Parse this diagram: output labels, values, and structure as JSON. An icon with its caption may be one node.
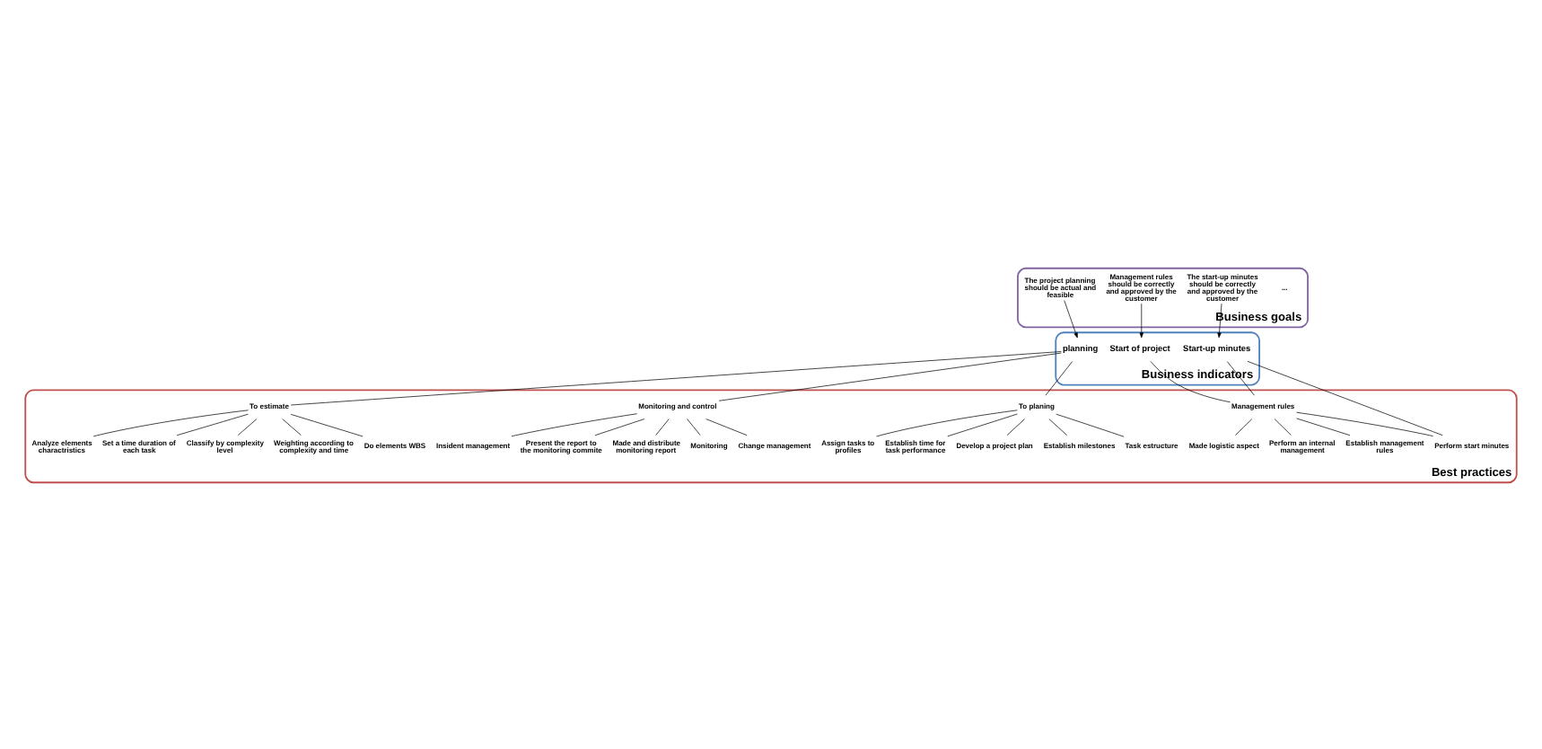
{
  "diagram": {
    "nodes": [
      {
        "text": [
          "Business goals"
        ]
      },
      {
        "text": [
          "..."
        ],
        "in": 0
      },
      {
        "text": [
          "Management rules should be correctly and approved by the customer"
        ],
        "in": 0
      },
      {
        "text": [
          "The start-up minutes should be correctly and approved by the customer"
        ],
        "in": 0
      },
      {
        "text": [
          "The project planning should be actual and feasible"
        ],
        "in": 0
      },
      {
        "text": [
          "Business indicators"
        ]
      },
      {
        "text": [
          "Start of project"
        ],
        "in": 5
      },
      {
        "text": [
          "Start-up minutes"
        ],
        "in": 5
      },
      {
        "text": [
          "planning"
        ],
        "in": 5
      },
      {
        "text": [
          "Best practices"
        ]
      },
      {
        "text": [
          "Management rules"
        ],
        "in": 9
      },
      {
        "text": [
          "Perform an internal management"
        ],
        "in": 9
      },
      {
        "text": [
          "Made logistic aspect"
        ],
        "in": 9
      },
      {
        "text": [
          "Perform start minutes"
        ],
        "in": 9
      },
      {
        "text": [
          "Establish management rules"
        ],
        "in": 9
      },
      {
        "text": [
          "Do elements WBS"
        ],
        "in": 9
      },
      {
        "text": [
          "Analyze elements charactristics"
        ],
        "in": 9
      },
      {
        "text": [
          "Set a time duration of each task"
        ],
        "in": 9
      },
      {
        "text": [
          "Classify by complexity level"
        ],
        "in": 9
      },
      {
        "text": [
          "Weighting according to complexity and time"
        ],
        "in": 9
      },
      {
        "text": [
          "To estimate"
        ],
        "in": 9
      },
      {
        "text": [
          "To planing"
        ],
        "in": 9
      },
      {
        "text": [
          "Monitoring and control"
        ],
        "in": 9
      },
      {
        "text": [
          "Task estructure"
        ],
        "in": 9
      },
      {
        "text": [
          "Assign tasks to profiles"
        ],
        "in": 9
      },
      {
        "text": [
          "Establish time for task performance"
        ],
        "in": 9
      },
      {
        "text": [
          "Develop a project plan"
        ],
        "in": 9
      },
      {
        "text": [
          "Establish milestones"
        ],
        "in": 9
      },
      {
        "text": [
          "Change management"
        ],
        "in": 9
      },
      {
        "text": [
          "Insident management"
        ],
        "in": 9
      },
      {
        "text": [
          "Present the report to the monitoring commite"
        ],
        "in": 9
      },
      {
        "text": [
          "Made and distribute monitoring report"
        ],
        "in": 9
      },
      {
        "text": [
          "Monitoring"
        ],
        "in": 9
      }
    ],
    "edges": [
      {
        "from": 2,
        "to": 6,
        "arrow": "to"
      },
      {
        "from": 3,
        "to": 7,
        "arrow": "to"
      },
      {
        "from": 4,
        "to": 8,
        "arrow": "to"
      },
      {
        "from": 6,
        "to": 10,
        "arrow": "none"
      },
      {
        "from": 7,
        "to": 10,
        "arrow": "none"
      },
      {
        "from": 7,
        "to": 13,
        "arrow": "none"
      },
      {
        "from": 8,
        "to": 20,
        "arrow": "none"
      },
      {
        "from": 8,
        "to": 21,
        "arrow": "none"
      },
      {
        "from": 8,
        "to": 22,
        "arrow": "none"
      },
      {
        "from": 10,
        "to": 11,
        "arrow": "none"
      },
      {
        "from": 10,
        "to": 12,
        "arrow": "none"
      },
      {
        "from": 10,
        "to": 13,
        "arrow": "none"
      },
      {
        "from": 10,
        "to": 14,
        "arrow": "none"
      },
      {
        "from": 20,
        "to": 15,
        "arrow": "none"
      },
      {
        "from": 20,
        "to": 16,
        "arrow": "none"
      },
      {
        "from": 20,
        "to": 17,
        "arrow": "none"
      },
      {
        "from": 20,
        "to": 18,
        "arrow": "none"
      },
      {
        "from": 20,
        "to": 19,
        "arrow": "none"
      },
      {
        "from": 21,
        "to": 23,
        "arrow": "none"
      },
      {
        "from": 21,
        "to": 24,
        "arrow": "none"
      },
      {
        "from": 21,
        "to": 25,
        "arrow": "none"
      },
      {
        "from": 21,
        "to": 26,
        "arrow": "none"
      },
      {
        "from": 21,
        "to": 27,
        "arrow": "none"
      },
      {
        "from": 22,
        "to": 28,
        "arrow": "none"
      },
      {
        "from": 22,
        "to": 29,
        "arrow": "none"
      },
      {
        "from": 22,
        "to": 30,
        "arrow": "none"
      },
      {
        "from": 22,
        "to": 31,
        "arrow": "none"
      },
      {
        "from": 22,
        "to": 32,
        "arrow": "none"
      }
    ]
  }
}
